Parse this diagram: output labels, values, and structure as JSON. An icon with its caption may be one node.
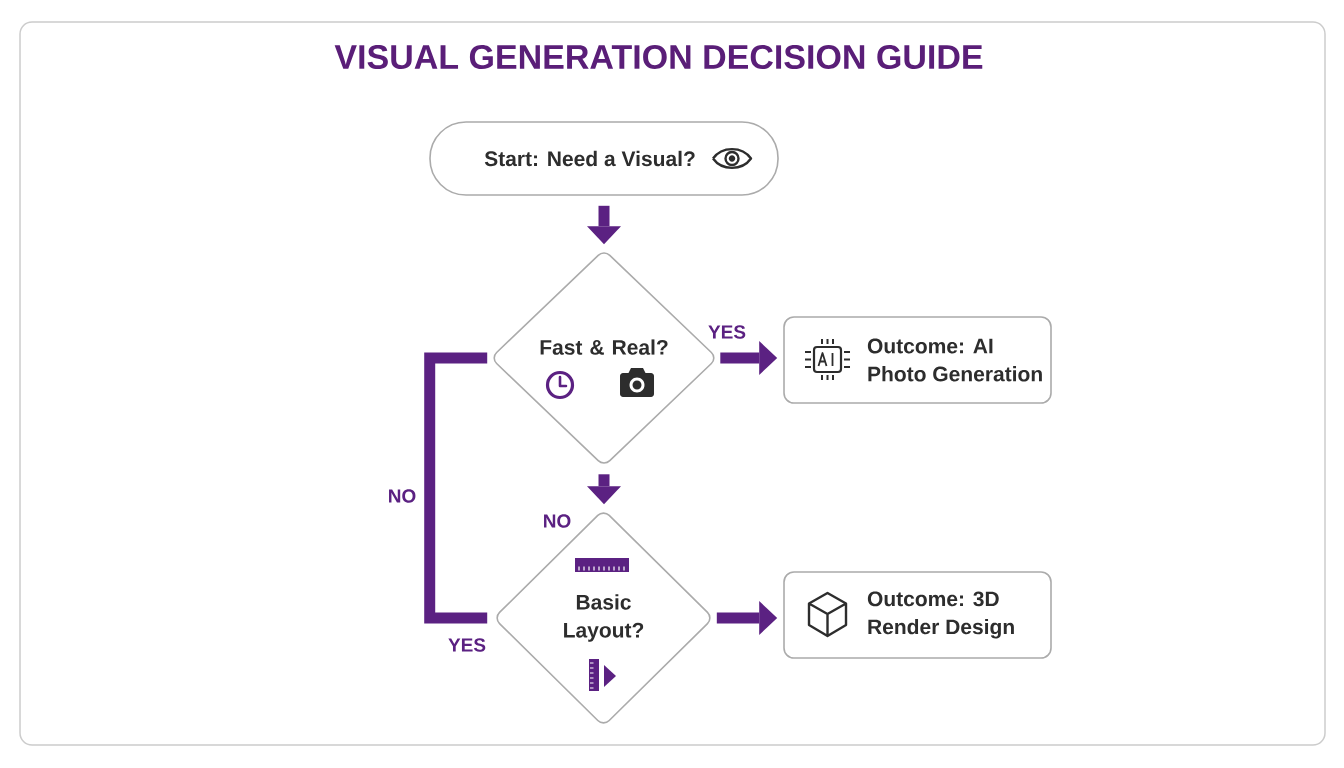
{
  "diagram": {
    "title": "VISUAL GENERATION DECISION GUIDE",
    "nodes": [
      {
        "text": [
          "Start: Need a Visual?"
        ]
      },
      {
        "text": [
          "Fast & Real?"
        ]
      },
      {
        "text": [
          "Outcome: AI Photo Generation"
        ]
      },
      {
        "text": [
          "Basic Layout?"
        ]
      },
      {
        "text": [
          "Outcome: 3D Render Design"
        ]
      }
    ],
    "edges": [
      {
        "from": 0,
        "to": 1,
        "arrow": "to"
      },
      {
        "from": 1,
        "to": 2,
        "arrow": "to",
        "label": "YES"
      },
      {
        "from": 1,
        "to": 3,
        "arrow": "to",
        "label": "NO"
      },
      {
        "from": 1,
        "to": 3,
        "arrow": "none",
        "label": "NO"
      },
      {
        "from": 3,
        "to": 4,
        "arrow": "to"
      }
    ],
    "labels": [
      "YES"
    ]
  }
}
